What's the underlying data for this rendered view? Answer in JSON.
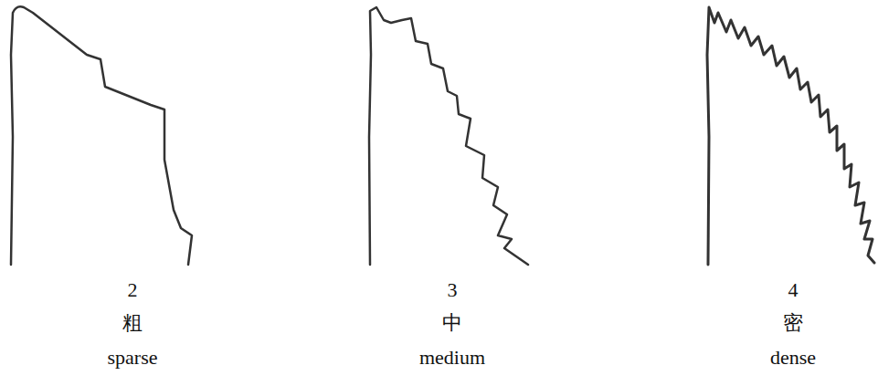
{
  "diagram": {
    "labels": [
      "2",
      "粗",
      "sparse",
      "3",
      "中",
      "medium",
      "4",
      "密",
      "dense"
    ]
  }
}
